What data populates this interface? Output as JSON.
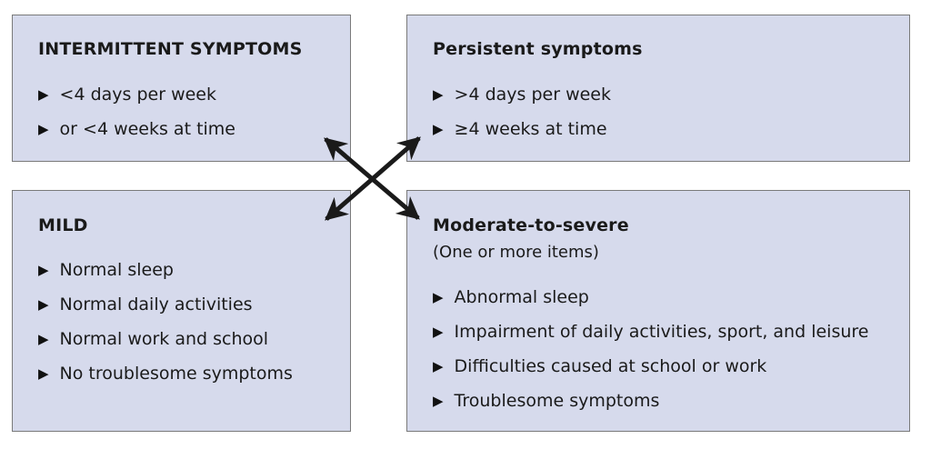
{
  "boxes": {
    "intermittent": {
      "title": "INTERMITTENT SYMPTOMS",
      "items": [
        "<4 days per week",
        "or <4 weeks at time"
      ]
    },
    "persistent": {
      "title": "Persistent symptoms",
      "items": [
        ">4 days per week",
        "≥4 weeks at time"
      ]
    },
    "mild": {
      "title": "MILD",
      "items": [
        "Normal sleep",
        "Normal daily activities",
        "Normal work and school",
        "No troublesome symptoms"
      ]
    },
    "moderate": {
      "title": "Moderate-to-severe",
      "subtitle": "(One or more items)",
      "items": [
        "Abnormal sleep",
        "Impairment of daily activities, sport, and leisure",
        "Difficulties caused at school or work",
        "Troublesome symptoms"
      ]
    }
  },
  "bullet": "▶",
  "colors": {
    "box_fill": "#d6daec",
    "border": "#7a7a7a",
    "arrow": "#1a1a1a"
  }
}
